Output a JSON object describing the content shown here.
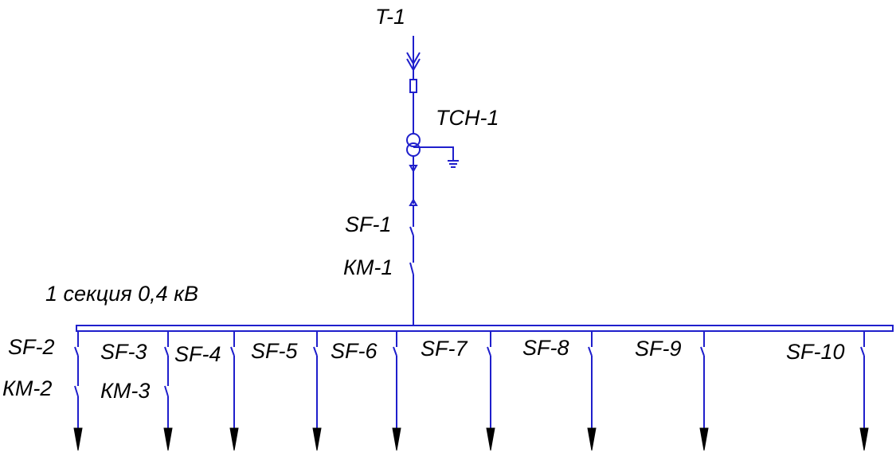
{
  "colors": {
    "line": "#1f1fcc",
    "text": "#000000",
    "background": "#ffffff"
  },
  "source": {
    "label": "T-1"
  },
  "transformer": {
    "label": "ТСН-1"
  },
  "main_breaker": {
    "label": "SF-1"
  },
  "main_contactor": {
    "label": "КМ-1"
  },
  "busbar": {
    "label": "1 секция 0,4 кВ"
  },
  "feeders": [
    {
      "breaker": "SF-2",
      "contactor": "КМ-2"
    },
    {
      "breaker": "SF-3",
      "contactor": "КМ-3"
    },
    {
      "breaker": "SF-4"
    },
    {
      "breaker": "SF-5"
    },
    {
      "breaker": "SF-6"
    },
    {
      "breaker": "SF-7"
    },
    {
      "breaker": "SF-8"
    },
    {
      "breaker": "SF-9"
    },
    {
      "breaker": "SF-10"
    }
  ]
}
